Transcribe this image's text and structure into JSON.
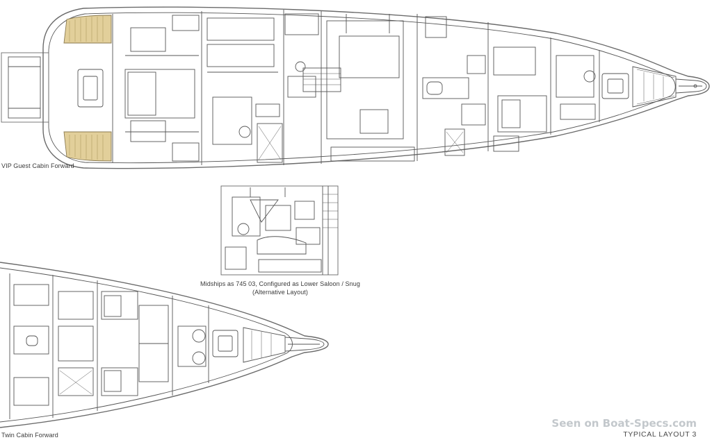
{
  "labels": {
    "vip_guest_cabin_forward": "VIP Guest Cabin Forward",
    "midships_line1": "Midships as 745 03, Configured as Lower Saloon / Snug",
    "midships_line2": "(Alternative Layout)",
    "twin_cabin_forward": "Twin Cabin Forward",
    "typical_layout": "TYPICAL LAYOUT 3"
  },
  "watermark": "Seen on Boat-Specs.com",
  "colors": {
    "line": "#555555",
    "hull": "#6a6a6a",
    "teak": "#e2cf9a",
    "watermark": "#c3c8cc"
  }
}
